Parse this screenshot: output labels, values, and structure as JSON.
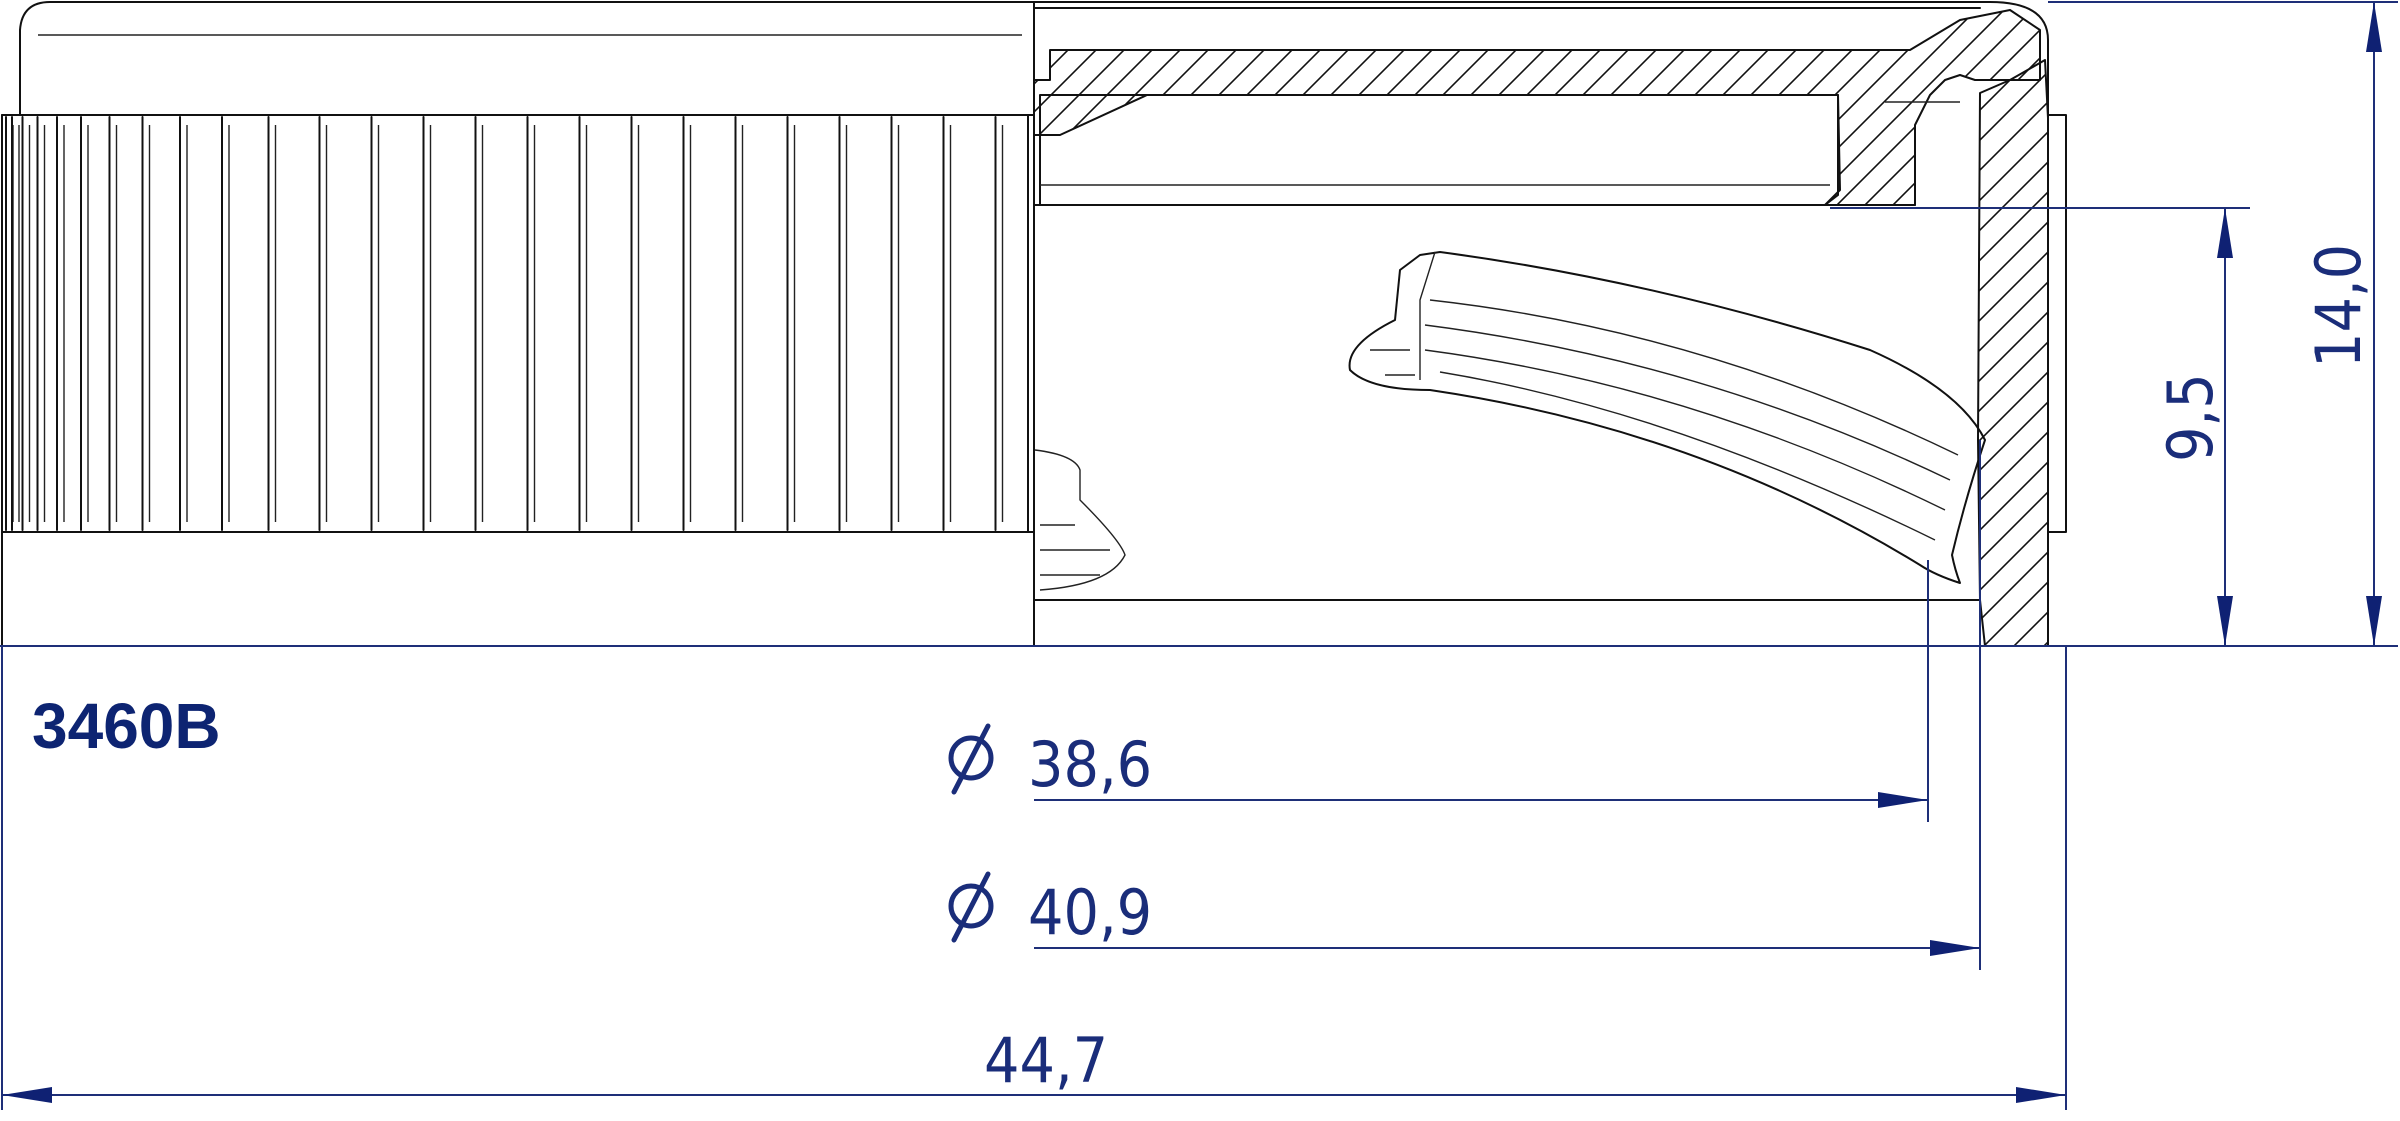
{
  "part": {
    "code": "3460B"
  },
  "dimensions": {
    "inner_diameter": {
      "symbol": "ϕ",
      "value": "38,6"
    },
    "thread_diameter": {
      "symbol": "ϕ",
      "value": "40,9"
    },
    "outer_width": {
      "value": "44,7"
    },
    "inner_height": {
      "value": "9,5"
    },
    "total_height": {
      "value": "14,0"
    }
  },
  "colors": {
    "dimension": "#1a2d7a",
    "outline": "#111111",
    "background": "#ffffff"
  }
}
